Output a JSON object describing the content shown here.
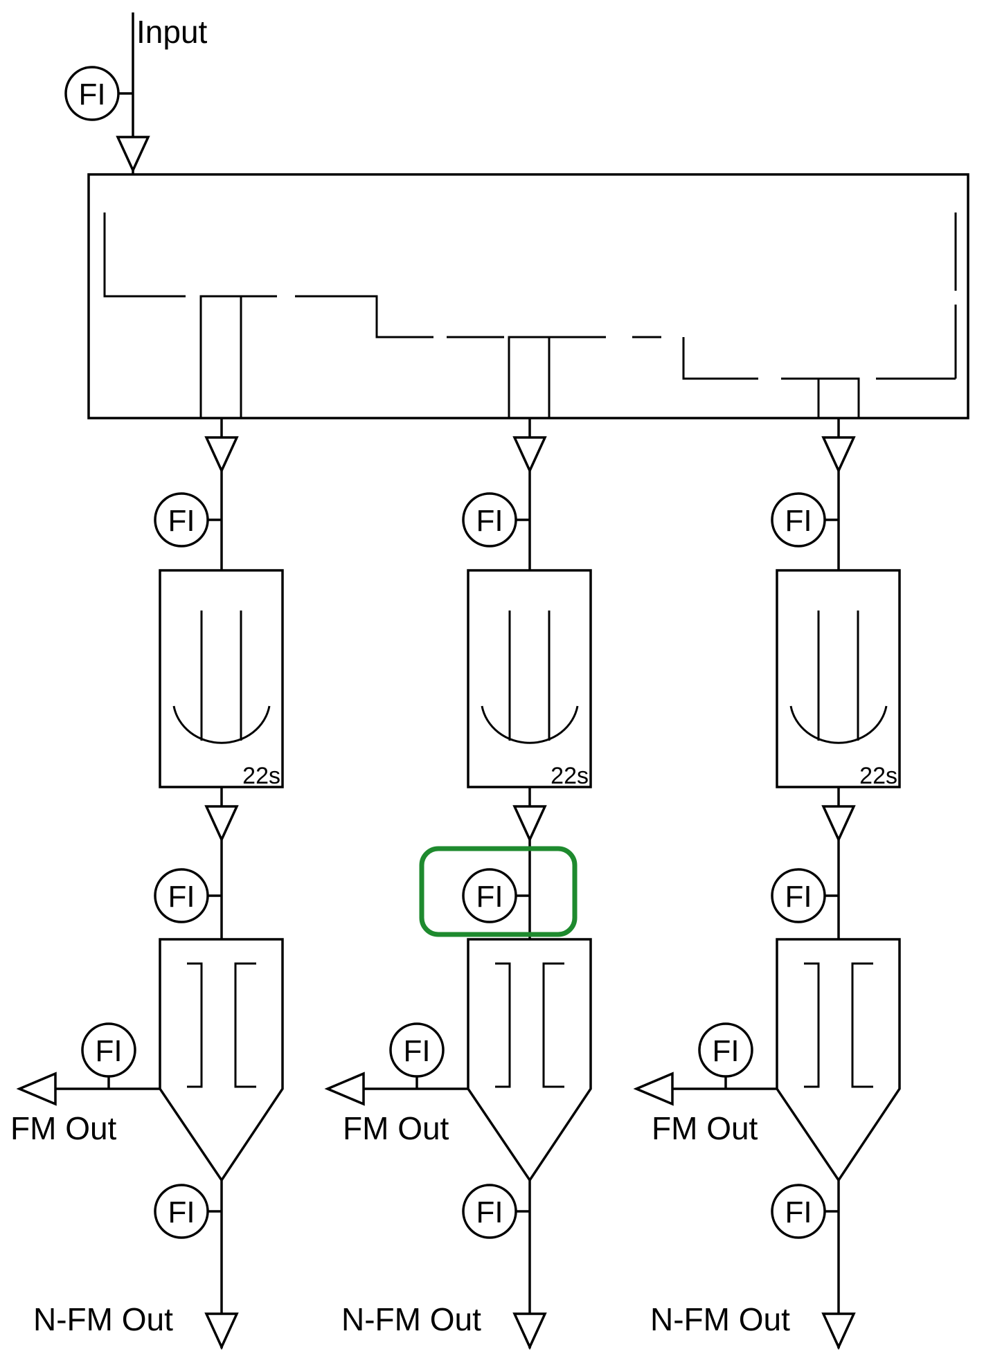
{
  "diagram": {
    "input_label": "Input",
    "instrument_label": "FI",
    "timer_label": "22s",
    "fm_out_label": "FM Out",
    "nfm_out_label": "N-FM Out",
    "highlight_color": "#1e8a2e",
    "line_color": "#000000",
    "columns": [
      {
        "id": "left"
      },
      {
        "id": "middle",
        "highlighted_instrument": "FI"
      },
      {
        "id": "right"
      }
    ]
  }
}
